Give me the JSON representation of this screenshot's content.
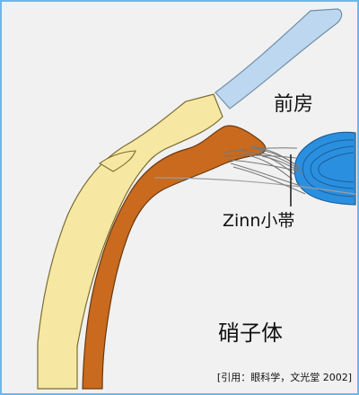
{
  "labels": {
    "anterior_chamber": "前房",
    "zinn_zonule": "Zinn小帯",
    "vitreous_body": "硝子体"
  },
  "citation": "[引用：眼科学，文光堂 2002]",
  "colors": {
    "frame_border": "#6bb8ec",
    "background": "#f1f1f1",
    "cornea_fill": "#bcd7ef",
    "sclera_fill": "#f6e8a2",
    "choroid_fill": "#c96a1e",
    "lens_fill": "#2b8fe0",
    "zonule_line": "#777777"
  }
}
